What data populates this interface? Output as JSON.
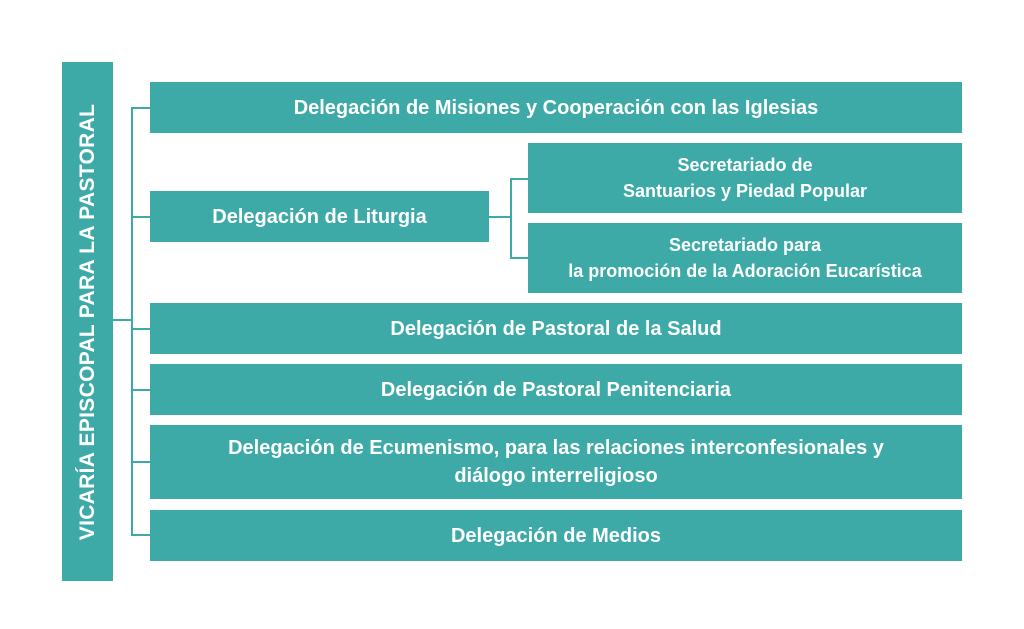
{
  "root": "VICARÍA EPISCOPAL PARA LA PASTORAL",
  "color": "#3eaaa8",
  "delegaciones": [
    {
      "label": "Delegación de Misiones y Cooperación con las Iglesias"
    },
    {
      "label": "Delegación de Liturgia",
      "children": [
        {
          "line1": "Secretariado de",
          "line2": "Santuarios y Piedad Popular"
        },
        {
          "line1": "Secretariado para",
          "line2": "la promoción de la Adoración Eucarística"
        }
      ]
    },
    {
      "label": "Delegación de Pastoral de la Salud"
    },
    {
      "label": "Delegación de Pastoral Penitenciaria"
    },
    {
      "line1": "Delegación de Ecumenismo, para las relaciones interconfesionales y",
      "line2": "diálogo interreligioso"
    },
    {
      "label": "Delegación de Medios"
    }
  ]
}
